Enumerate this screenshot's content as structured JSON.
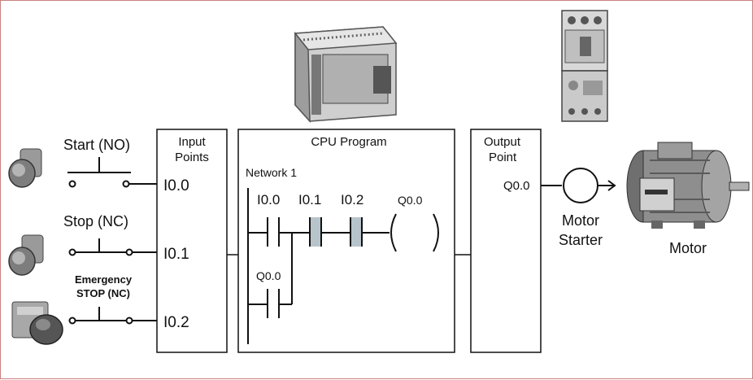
{
  "inputs": {
    "start_label": "Start (NO)",
    "stop_label": "Stop (NC)",
    "emergency_label_line1": "Emergency",
    "emergency_label_line2": "STOP (NC)"
  },
  "input_points": {
    "title_line1": "Input",
    "title_line2": "Points",
    "addresses": [
      "I0.0",
      "I0.1",
      "I0.2"
    ]
  },
  "cpu": {
    "title": "CPU Program",
    "network_label": "Network 1",
    "contacts": [
      "I0.0",
      "I0.1",
      "I0.2"
    ],
    "coil": "Q0.0",
    "branch_contact": "Q0.0"
  },
  "output_point": {
    "title_line1": "Output",
    "title_line2": "Point",
    "address": "Q0.0"
  },
  "motor_starter": {
    "label_line1": "Motor",
    "label_line2": "Starter"
  },
  "motor": {
    "label": "Motor"
  },
  "colors": {
    "line": "#111111",
    "border": "#c98080",
    "device_gray": "#8a8a8a",
    "contact_fill": "#b8c4cc"
  }
}
